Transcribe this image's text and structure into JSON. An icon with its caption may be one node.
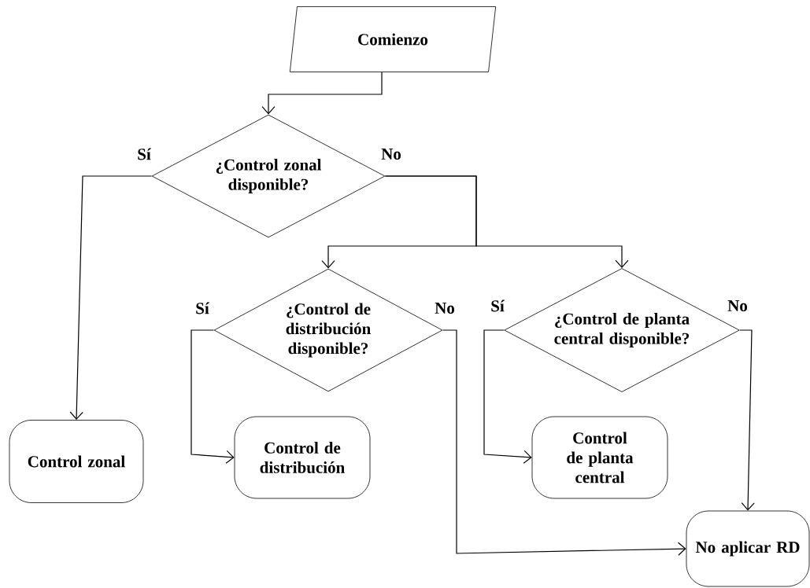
{
  "diagram": {
    "nodes": [
      {
        "text": [
          "Comienzo"
        ]
      },
      {
        "text": [
          "¿Control zonal disponible?"
        ]
      },
      {
        "text": [
          "¿Control de distribución disponible?"
        ]
      },
      {
        "text": [
          "¿Control de planta central disponible?"
        ]
      },
      {
        "text": [
          "Control zonal"
        ]
      },
      {
        "text": [
          "Control de distribución"
        ]
      },
      {
        "text": [
          "Control de planta central"
        ]
      },
      {
        "text": [
          "No aplicar RD"
        ]
      }
    ],
    "edges": [
      {
        "from": 0,
        "to": 1,
        "arrow": "to"
      },
      {
        "from": 1,
        "to": 4,
        "arrow": "to",
        "label": "Sí"
      },
      {
        "from": 1,
        "to": 2,
        "arrow": "to",
        "label": "No"
      },
      {
        "from": 1,
        "to": 3,
        "arrow": "to"
      },
      {
        "from": 2,
        "to": 5,
        "arrow": "to",
        "label": "Sí"
      },
      {
        "from": 2,
        "to": 7,
        "arrow": "to",
        "label": "No"
      },
      {
        "from": 3,
        "to": 6,
        "arrow": "to",
        "label": "Sí"
      },
      {
        "from": 3,
        "to": 7,
        "arrow": "to",
        "label": "No"
      }
    ]
  }
}
